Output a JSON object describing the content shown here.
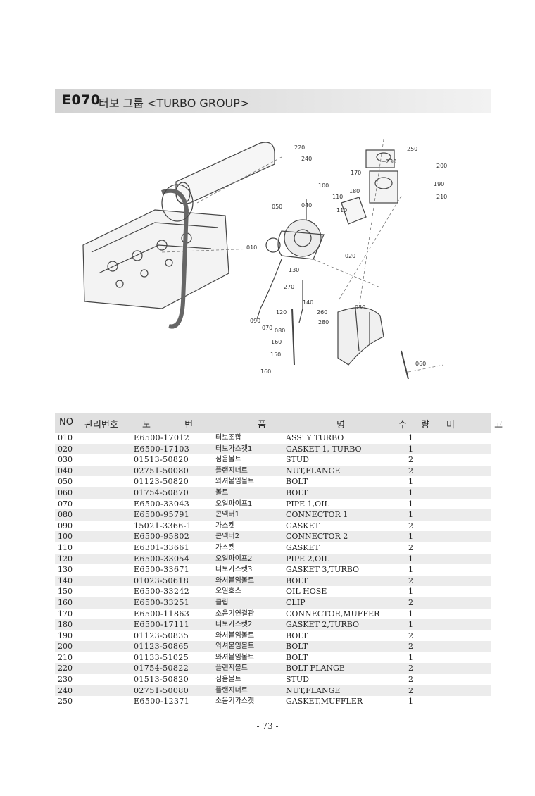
{
  "header": {
    "code": "E070",
    "title": "터보 그룹 <TURBO GROUP>"
  },
  "diagram": {
    "callouts": [
      "220",
      "240",
      "250",
      "230",
      "200",
      "170",
      "190",
      "210",
      "100",
      "180",
      "110",
      "040",
      "050",
      "110",
      "010",
      "020",
      "130",
      "270",
      "140",
      "030",
      "120",
      "260",
      "090",
      "280",
      "070",
      "080",
      "160",
      "150",
      "060",
      "160"
    ]
  },
  "table": {
    "headers": {
      "no": "NO",
      "mgmt": "관리번호",
      "part": "도 번",
      "name": "품 명",
      "qty": "수 량",
      "remark": "비 고"
    },
    "rows": [
      {
        "no": "010",
        "part": "E6500-17012",
        "kr": "터보조합",
        "en": "ASS' Y TURBO",
        "qty": "1"
      },
      {
        "no": "020",
        "part": "E6500-17103",
        "kr": "터보가스켓1",
        "en": "GASKET 1, TURBO",
        "qty": "1"
      },
      {
        "no": "030",
        "part": "01513-50820",
        "kr": "심음볼트",
        "en": "STUD",
        "qty": "2"
      },
      {
        "no": "040",
        "part": "02751-50080",
        "kr": "플랜지너트",
        "en": "NUT,FLANGE",
        "qty": "2"
      },
      {
        "no": "050",
        "part": "01123-50820",
        "kr": "와셔붙임볼트",
        "en": "BOLT",
        "qty": "1"
      },
      {
        "no": "060",
        "part": "01754-50870",
        "kr": "볼트",
        "en": "BOLT",
        "qty": "1"
      },
      {
        "no": "070",
        "part": "E6500-33043",
        "kr": "오일파이프1",
        "en": "PIPE 1,OIL",
        "qty": "1"
      },
      {
        "no": "080",
        "part": "E6500-95791",
        "kr": "콘넥터1",
        "en": "CONNECTOR 1",
        "qty": "1"
      },
      {
        "no": "090",
        "part": "15021-3366-1",
        "kr": "가스켓",
        "en": "GASKET",
        "qty": "2"
      },
      {
        "no": "100",
        "part": "E6500-95802",
        "kr": "콘넥터2",
        "en": "CONNECTOR 2",
        "qty": "1"
      },
      {
        "no": "110",
        "part": "E6301-33661",
        "kr": "가스켓",
        "en": "GASKET",
        "qty": "2"
      },
      {
        "no": "120",
        "part": "E6500-33054",
        "kr": "오일파이프2",
        "en": "PIPE 2,OIL",
        "qty": "1"
      },
      {
        "no": "130",
        "part": "E6500-33671",
        "kr": "터보가스켓3",
        "en": "GASKET 3,TURBO",
        "qty": "1"
      },
      {
        "no": "140",
        "part": "01023-50618",
        "kr": "와셔붙임볼트",
        "en": "BOLT",
        "qty": "2"
      },
      {
        "no": "150",
        "part": "E6500-33242",
        "kr": "오일호스",
        "en": " OIL HOSE",
        "qty": "1"
      },
      {
        "no": "160",
        "part": "E6500-33251",
        "kr": "클립",
        "en": "CLIP",
        "qty": "2"
      },
      {
        "no": "170",
        "part": "E6500-11863",
        "kr": "소음기연결관",
        "en": "CONNECTOR,MUFFER",
        "qty": "1"
      },
      {
        "no": "180",
        "part": "E6500-17111",
        "kr": "터보가스켓2",
        "en": "GASKET 2,TURBO",
        "qty": "1"
      },
      {
        "no": "190",
        "part": "01123-50835",
        "kr": "와셔붙임볼트",
        "en": "BOLT",
        "qty": "2"
      },
      {
        "no": "200",
        "part": "01123-50865",
        "kr": "와셔붙임볼트",
        "en": "BOLT",
        "qty": "2"
      },
      {
        "no": "210",
        "part": "01133-51025",
        "kr": "와셔붙임볼트",
        "en": "BOLT",
        "qty": "1"
      },
      {
        "no": "220",
        "part": "01754-50822",
        "kr": "플랜지볼트",
        "en": "BOLT FLANGE",
        "qty": "2"
      },
      {
        "no": "230",
        "part": "01513-50820",
        "kr": "심음볼트",
        "en": "STUD",
        "qty": "2"
      },
      {
        "no": "240",
        "part": "02751-50080",
        "kr": "플랜지너트",
        "en": "NUT,FLANGE",
        "qty": "2"
      },
      {
        "no": "250",
        "part": "E6500-12371",
        "kr": "소음기가스켓",
        "en": "GASKET,MUFFLER",
        "qty": "1"
      }
    ]
  },
  "footer": {
    "page": "- 73 -"
  }
}
